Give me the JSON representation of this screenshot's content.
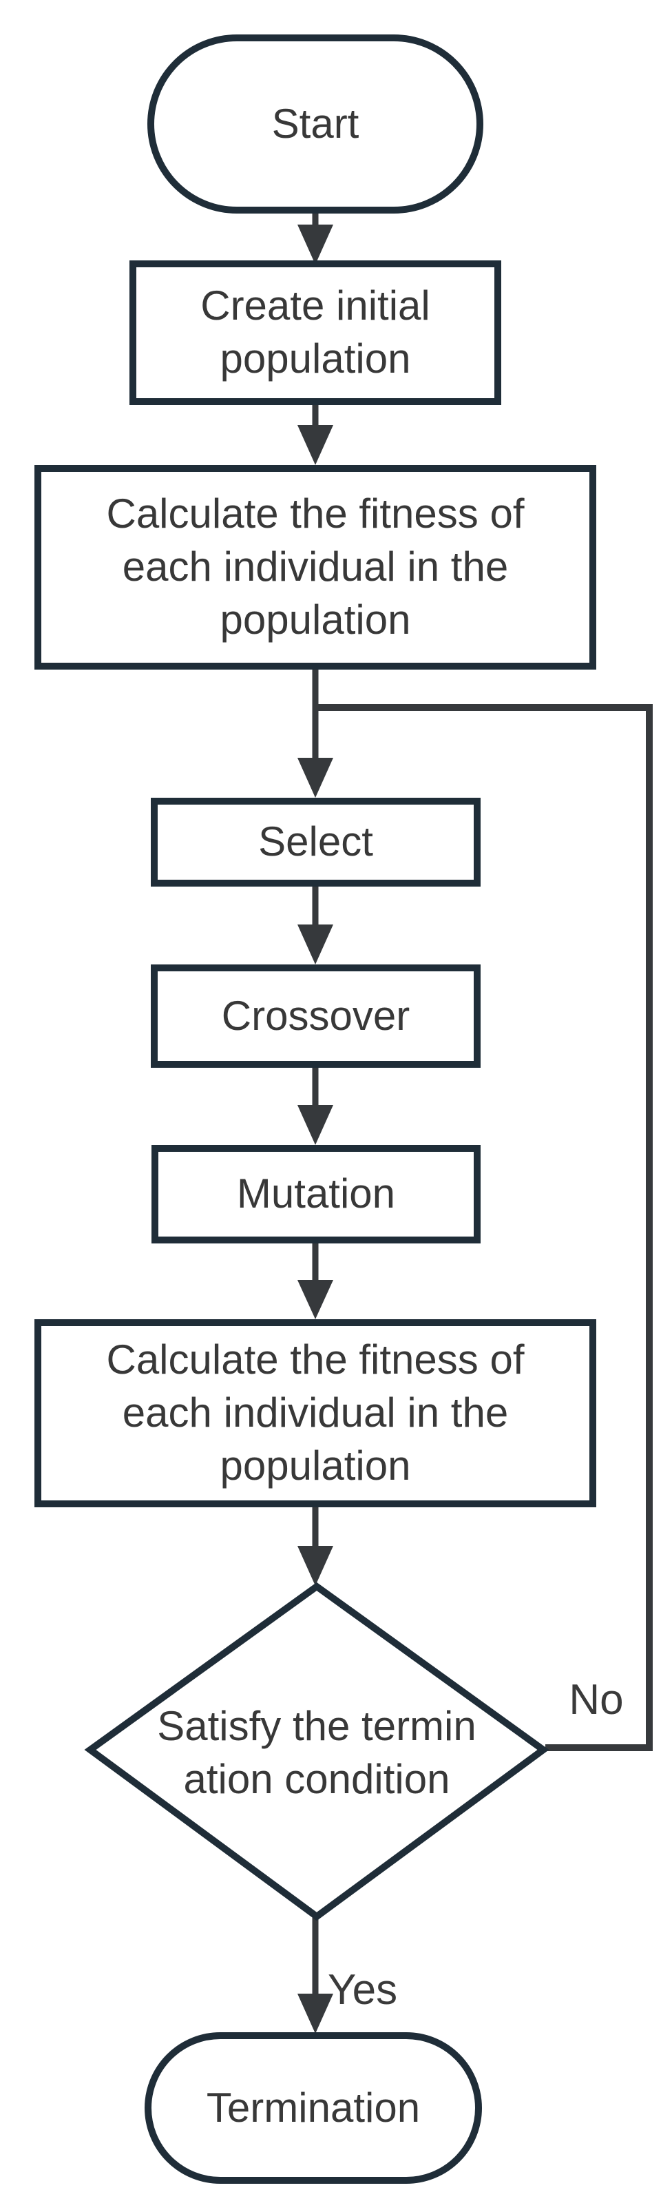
{
  "diagram": {
    "kind": "flowchart",
    "background": "#ffffff"
  },
  "colors": {
    "shape_border": "#1f2d38",
    "connector": "#36393c",
    "arrowhead": "#36393c",
    "text": "#383838"
  },
  "nodes": {
    "start": {
      "shape": "terminator",
      "label": "Start"
    },
    "create_initial": {
      "shape": "process",
      "label": "Create initial population",
      "lines": [
        "Create initial",
        "population"
      ]
    },
    "calc_fitness_1": {
      "shape": "process",
      "label": "Calculate the fitness of each individual in the population",
      "lines": [
        "Calculate the fitness of",
        "each individual in the",
        "population"
      ]
    },
    "select": {
      "shape": "process",
      "label": "Select"
    },
    "crossover": {
      "shape": "process",
      "label": "Crossover"
    },
    "mutation": {
      "shape": "process",
      "label": "Mutation"
    },
    "calc_fitness_2": {
      "shape": "process",
      "label": "Calculate the fitness of each individual in the population",
      "lines": [
        "Calculate the fitness of",
        "each individual in the",
        "population"
      ]
    },
    "decision": {
      "shape": "decision",
      "label": "Satisfy the termination condition",
      "lines": [
        "Satisfy the termin",
        "ation condition"
      ]
    },
    "termination": {
      "shape": "terminator",
      "label": "Termination"
    }
  },
  "edges": [
    {
      "from": "start",
      "to": "create_initial",
      "label": ""
    },
    {
      "from": "create_initial",
      "to": "calc_fitness_1",
      "label": ""
    },
    {
      "from": "calc_fitness_1",
      "to": "select",
      "label": ""
    },
    {
      "from": "select",
      "to": "crossover",
      "label": ""
    },
    {
      "from": "crossover",
      "to": "mutation",
      "label": ""
    },
    {
      "from": "mutation",
      "to": "calc_fitness_2",
      "label": ""
    },
    {
      "from": "calc_fitness_2",
      "to": "decision",
      "label": ""
    },
    {
      "from": "decision",
      "to": "termination",
      "label": "Yes"
    },
    {
      "from": "decision",
      "to": "select",
      "label": "No"
    }
  ]
}
